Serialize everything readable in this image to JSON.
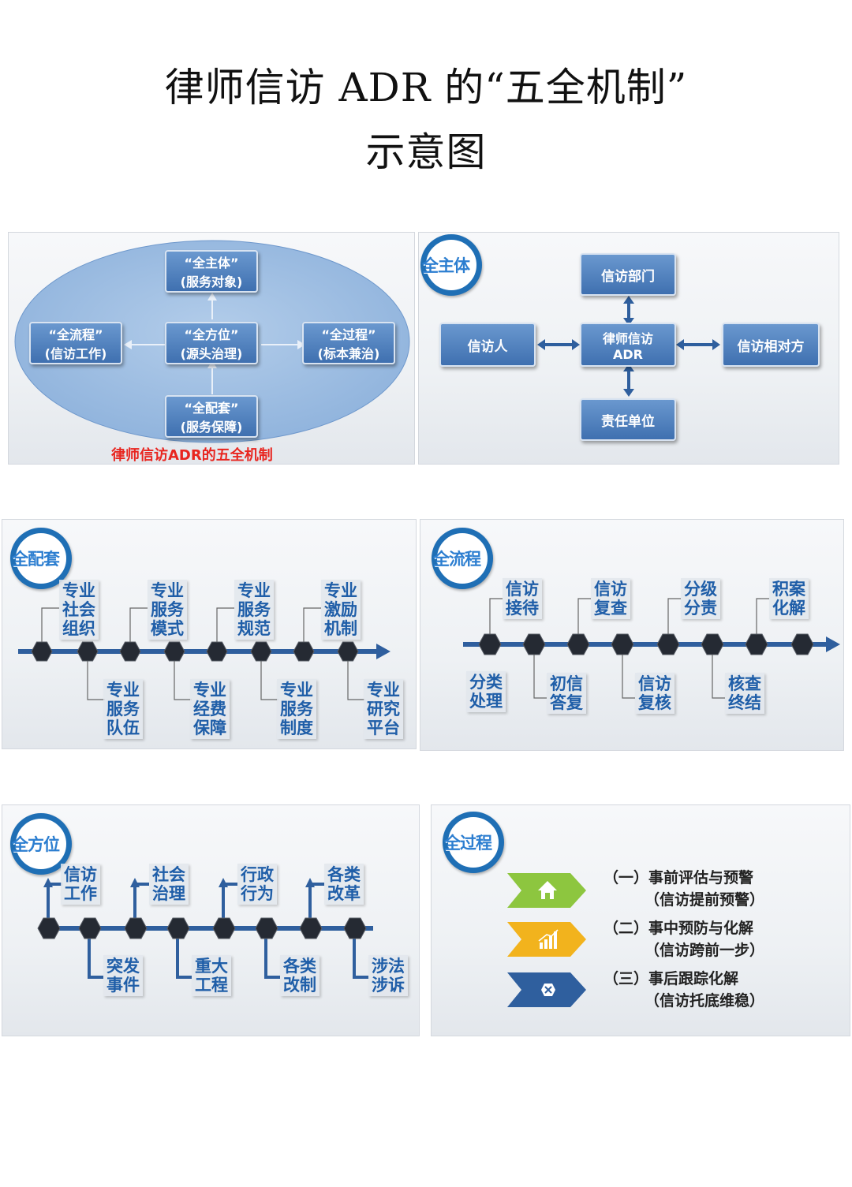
{
  "title_line1": "律师信访 ADR 的“五全机制”",
  "title_line2": "示意图",
  "panel1": {
    "top": [
      "“全主体”",
      "(服务对象)"
    ],
    "left": [
      "“全流程”",
      "(信访工作)"
    ],
    "center": [
      "“全方位”",
      "(源头治理)"
    ],
    "right": [
      "“全过程”",
      "(标本兼治)"
    ],
    "bottom": [
      "“全配套”",
      "(服务保障)"
    ],
    "caption": "律师信访ADR的五全机制"
  },
  "panel2": {
    "badge": "全主体",
    "top": "信访部门",
    "left": "信访人",
    "center": [
      "律师信访",
      "ADR"
    ],
    "right": "信访相对方",
    "bottom": "责任单位"
  },
  "panel3": {
    "badge": "全配套",
    "upper": [
      [
        "专业",
        "社会",
        "组织"
      ],
      [
        "专业",
        "服务",
        "模式"
      ],
      [
        "专业",
        "服务",
        "规范"
      ],
      [
        "专业",
        "激励",
        "机制"
      ]
    ],
    "lower": [
      [
        "专业",
        "服务",
        "队伍"
      ],
      [
        "专业",
        "经费",
        "保障"
      ],
      [
        "专业",
        "服务",
        "制度"
      ],
      [
        "专业",
        "研究",
        "平台"
      ]
    ]
  },
  "panel4": {
    "badge": "全流程",
    "upper": [
      [
        "信访",
        "接待"
      ],
      [
        "信访",
        "复查"
      ],
      [
        "分级",
        "分责"
      ],
      [
        "积案",
        "化解"
      ]
    ],
    "lower": [
      [
        "分类",
        "处理"
      ],
      [
        "初信",
        "答复"
      ],
      [
        "信访",
        "复核"
      ],
      [
        "核查",
        "终结"
      ]
    ]
  },
  "panel5": {
    "badge": "全方位",
    "upper": [
      [
        "信访",
        "工作"
      ],
      [
        "社会",
        "治理"
      ],
      [
        "行政",
        "行为"
      ],
      [
        "各类",
        "改革"
      ]
    ],
    "lower": [
      [
        "突发",
        "事件"
      ],
      [
        "重大",
        "工程"
      ],
      [
        "各类",
        "改制"
      ],
      [
        "涉法",
        "涉诉"
      ]
    ]
  },
  "panel6": {
    "badge": "全过程",
    "items": [
      {
        "line1": "（一）事前评估与预警",
        "line2": "（信访提前预警）",
        "color": "#8dc63f",
        "icon": "house-icon"
      },
      {
        "line1": "（二）事中预防与化解",
        "line2": "（信访跨前一步）",
        "color": "#f2b31d",
        "icon": "bar-chart-icon"
      },
      {
        "line1": "（三）事后跟踪化解",
        "line2": "（信访托底维稳）",
        "color": "#2f5f9e",
        "icon": "hexagon-icon"
      }
    ]
  }
}
